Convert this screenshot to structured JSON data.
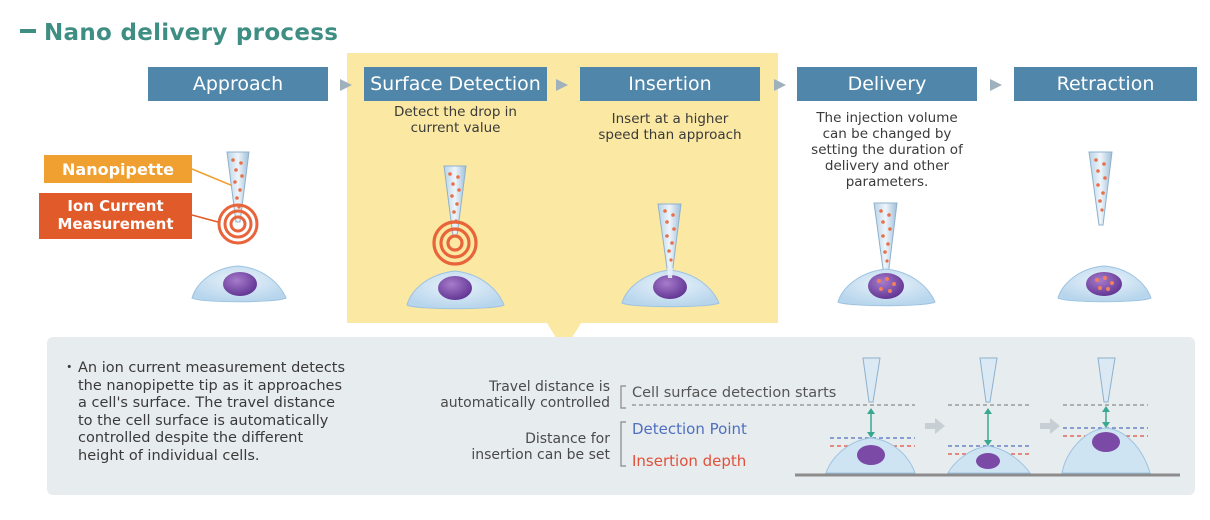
{
  "title": "Nano delivery process",
  "steps": [
    {
      "label": "Approach",
      "description": ""
    },
    {
      "label": "Surface Detection",
      "description": "Detect the drop in current value"
    },
    {
      "label": "Insertion",
      "description": "Insert at a higher speed than approach"
    },
    {
      "label": "Delivery",
      "description": "The injection volume can be changed by setting the duration of delivery and other parameters."
    },
    {
      "label": "Retraction",
      "description": ""
    }
  ],
  "desc_lines": {
    "surface_detection": [
      "Detect the drop in",
      "current value"
    ],
    "insertion": [
      "Insert at a higher",
      "speed than approach"
    ],
    "delivery": [
      "The injection volume",
      "can be changed by",
      "setting the duration of",
      "delivery and other",
      "parameters."
    ]
  },
  "labels": {
    "nanopipette": "Nanopipette",
    "ion_current": [
      "Ion Current",
      "Measurement"
    ]
  },
  "explanation": {
    "bullet": "・",
    "lines": [
      "An ion current measurement detects",
      "the nanopipette tip as it approaches",
      "a cell's surface. The travel distance",
      "to the cell surface is automatically",
      "controlled despite the different",
      "height of individual cells."
    ]
  },
  "detail": {
    "travel_label": [
      "Travel distance is",
      "automatically controlled"
    ],
    "insertion_label": [
      "Distance for",
      "insertion can be set"
    ],
    "cell_surface": "Cell surface detection starts",
    "detection_point": "Detection Point",
    "insertion_depth": "Insertion depth"
  },
  "colors": {
    "title": "#3f8e84",
    "step_box": "#4f86a9",
    "highlight": "#fbe9a3",
    "nanopipette_label": "#f0a030",
    "ion_current_label": "#e05a2a",
    "detection_point": "#4f6fc0",
    "insertion_depth": "#e0503a",
    "cell": "#cfe4f3",
    "nucleus": "#7a4aa6"
  }
}
